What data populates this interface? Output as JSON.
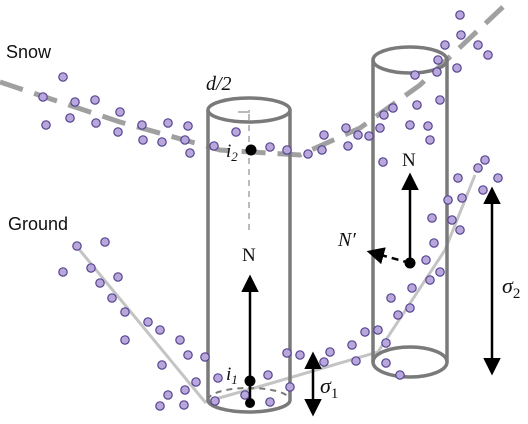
{
  "labels": {
    "snow": "Snow",
    "ground": "Ground",
    "diameter": "d/2",
    "normal_left": "N",
    "normal_right": "N",
    "normal_prime": "N′",
    "i1": {
      "base": "i",
      "sub": "1"
    },
    "i2": {
      "base": "i",
      "sub": "2"
    },
    "sigma1": {
      "base": "σ",
      "sub": "1"
    },
    "sigma2": {
      "base": "σ",
      "sub": "2"
    }
  },
  "colors": {
    "point_fill": "#b9a7dc",
    "point_stroke": "#55458f",
    "cylinder": "#7a7a7a",
    "snow_line": "#a0a0a0",
    "ground_line": "#c4c4c4",
    "arrow": "#000000"
  }
}
